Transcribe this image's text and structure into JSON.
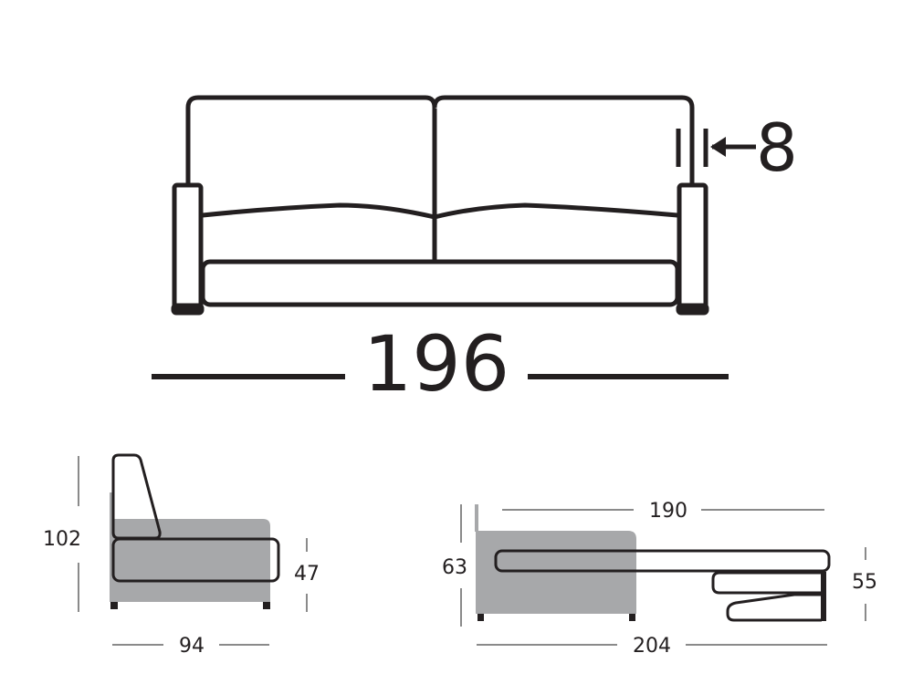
{
  "diagram": {
    "subject": "sofa bed dimensions",
    "colors": {
      "outline": "#231f20",
      "body_fill": "#a7a8aa",
      "dimension_line": "#8a8a8a",
      "background": "#ffffff"
    },
    "front_view": {
      "total_width": "196",
      "armrest_width": "8"
    },
    "side_view": {
      "height": "102",
      "seat_height": "47",
      "depth": "94"
    },
    "bed_view": {
      "mattress_length": "190",
      "bed_height": "63",
      "mattress_height": "55",
      "open_length": "204"
    }
  }
}
